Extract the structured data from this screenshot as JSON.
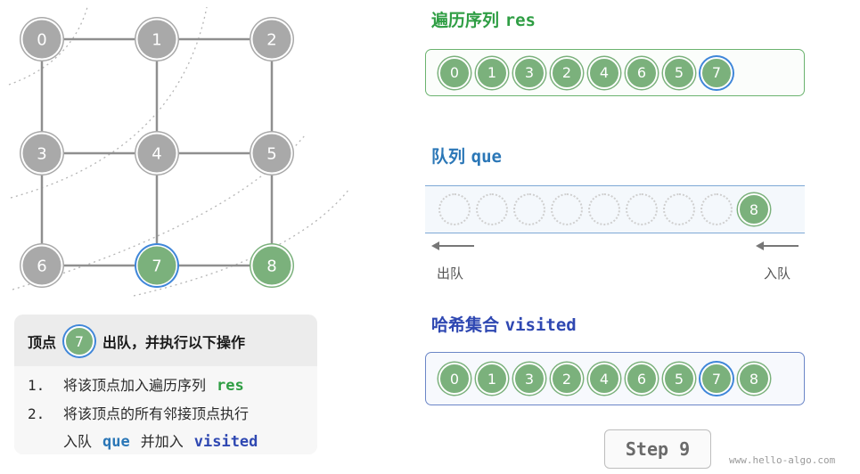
{
  "graph": {
    "nodes": [
      {
        "id": "0",
        "state": "visited"
      },
      {
        "id": "1",
        "state": "visited"
      },
      {
        "id": "2",
        "state": "visited"
      },
      {
        "id": "3",
        "state": "visited"
      },
      {
        "id": "4",
        "state": "visited"
      },
      {
        "id": "5",
        "state": "visited"
      },
      {
        "id": "6",
        "state": "visited"
      },
      {
        "id": "7",
        "state": "current"
      },
      {
        "id": "8",
        "state": "in-queue"
      }
    ],
    "edges": [
      [
        "0",
        "1"
      ],
      [
        "1",
        "2"
      ],
      [
        "0",
        "3"
      ],
      [
        "1",
        "4"
      ],
      [
        "2",
        "5"
      ],
      [
        "3",
        "4"
      ],
      [
        "4",
        "5"
      ],
      [
        "3",
        "6"
      ],
      [
        "4",
        "7"
      ],
      [
        "5",
        "8"
      ],
      [
        "6",
        "7"
      ],
      [
        "7",
        "8"
      ]
    ]
  },
  "res": {
    "title_cn": "遍历序列",
    "title_code": "res",
    "items": [
      "0",
      "1",
      "3",
      "2",
      "4",
      "6",
      "5",
      "7"
    ],
    "current": "7"
  },
  "que": {
    "title_cn": "队列",
    "title_code": "que",
    "empty_slots": 8,
    "items": [
      "8"
    ],
    "out_label": "出队",
    "in_label": "入队"
  },
  "visited": {
    "title_cn": "哈希集合",
    "title_code": "visited",
    "items": [
      "0",
      "1",
      "3",
      "2",
      "4",
      "6",
      "5",
      "7",
      "8"
    ],
    "current": "7"
  },
  "info": {
    "prefix": "顶点",
    "vertex": "7",
    "suffix": "出队，并执行以下操作",
    "steps": [
      {
        "num": "1.",
        "text": "将该顶点加入遍历序列",
        "kw": "res"
      },
      {
        "num": "2.",
        "text": "将该顶点的所有邻接顶点执行"
      }
    ],
    "step2_cont": {
      "pre": "入队",
      "kw1": "que",
      "mid": "并加入",
      "kw2": "visited"
    }
  },
  "step_label": "Step 9",
  "watermark": "www.hello-algo.com",
  "colors": {
    "visited": "#a9a9a9",
    "current": "#7bb17c",
    "current_ring": "#3f86d9",
    "edge": "#8f8f8f",
    "res": "#2f9e44",
    "que": "#2b77b7",
    "visited_title": "#2f48b2"
  }
}
